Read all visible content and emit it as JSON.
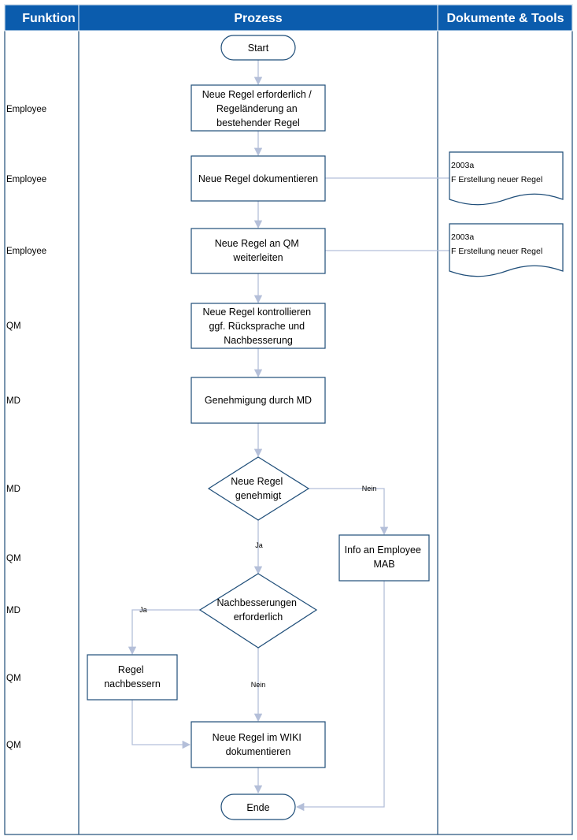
{
  "colors": {
    "header": "#0b5cad",
    "shape_stroke": "#1f4e79",
    "connector": "#b4bfd9",
    "lane_border": "#1f4e79"
  },
  "headers": {
    "function": "Funktion",
    "process": "Prozess",
    "documents": "Dokumente & Tools"
  },
  "functions": [
    "Employee",
    "Employee",
    "Employee",
    "QM",
    "MD",
    "MD",
    "QM",
    "MD",
    "QM",
    "QM"
  ],
  "nodes": {
    "start": "Start",
    "step1": [
      "Neue Regel erforderlich /",
      "Regeländerung an",
      "bestehender Regel"
    ],
    "step2": [
      "Neue Regel dokumentieren"
    ],
    "step3": [
      "Neue Regel an QM",
      "weiterleiten"
    ],
    "step4": [
      "Neue Regel kontrollieren",
      "ggf. Rücksprache und",
      "Nachbesserung"
    ],
    "step5": [
      "Genehmigung durch MD"
    ],
    "decision1": [
      "Neue Regel",
      "genehmigt"
    ],
    "info": [
      "Info an Employee",
      "MAB"
    ],
    "decision2": [
      "Nachbesserungen",
      "erforderlich"
    ],
    "fix": [
      "Regel",
      "nachbessern"
    ],
    "wiki": [
      "Neue Regel im WIKI",
      "dokumentieren"
    ],
    "end": "Ende"
  },
  "edge_labels": {
    "d1_no": "Nein",
    "d1_yes": "Ja",
    "d2_yes": "Ja",
    "d2_no": "Nein"
  },
  "documents": [
    [
      "2003a",
      "F Erstellung neuer Regel"
    ],
    [
      "2003a",
      "F Erstellung neuer Regel"
    ]
  ]
}
